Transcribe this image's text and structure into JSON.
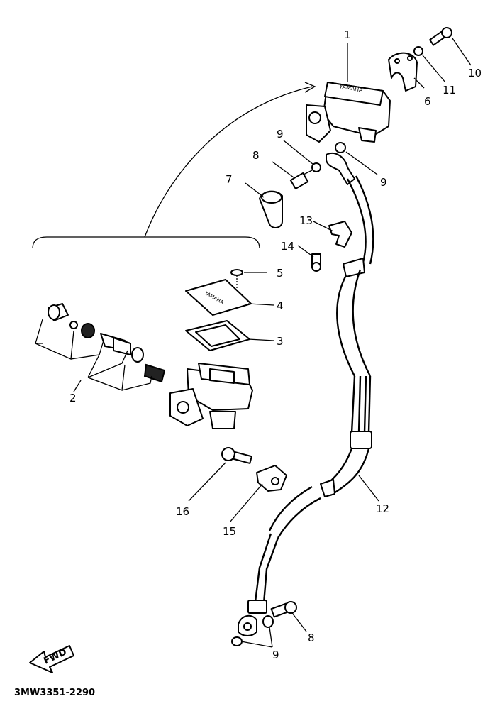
{
  "callouts": {
    "c1": "1",
    "c2": "2",
    "c3": "3",
    "c4": "4",
    "c5": "5",
    "c6": "6",
    "c7": "7",
    "c8a": "8",
    "c8b": "8",
    "c9a": "9",
    "c9b": "9",
    "c9c": "9",
    "c10": "10",
    "c11": "11",
    "c12": "12",
    "c13": "13",
    "c14": "14",
    "c15": "15",
    "c16": "16"
  },
  "direction_badge": "FWD",
  "diagram_code": "3MW3351-2290"
}
